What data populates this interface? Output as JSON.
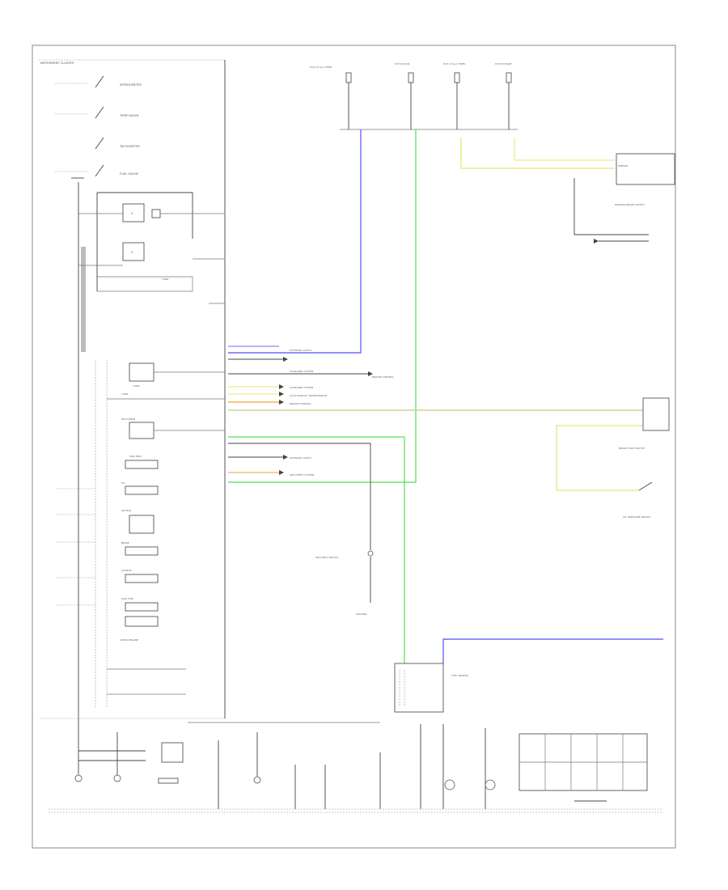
{
  "diagram": {
    "footer_code": "",
    "cluster_title": "INSTRUMENT CLUSTER",
    "colors": {
      "frame": "#8a8a8a",
      "wire": "#444444",
      "blue_wire": "#6b6bff",
      "green_wire": "#55dd55",
      "yellow_wire": "#e6e676",
      "orange_wire": "#f0a040",
      "olive_wire": "#c8c888"
    },
    "gauges": [
      {
        "label": "SPEEDOMETER"
      },
      {
        "label": "TEMP GAUGE"
      },
      {
        "label": "TACHOMETER"
      },
      {
        "label": "FUEL GAUGE"
      }
    ],
    "indicators": [
      {
        "label": "TURN"
      },
      {
        "label": "TURN"
      },
      {
        "label": "HIGH BEAM"
      },
      {
        "label": "SEAT BELT"
      },
      {
        "label": "OIL"
      },
      {
        "label": "AIR BAG"
      },
      {
        "label": "BRAKE"
      },
      {
        "label": "CHARGE"
      },
      {
        "label": "LOW FUEL"
      },
      {
        "label": "CHECK ENGINE"
      }
    ],
    "fuses": [
      {
        "label": "HOT AT ALL TIMES"
      },
      {
        "label": "HOT IN RUN"
      },
      {
        "label": "HOT AT ALL TIMES"
      },
      {
        "label": "HOT IN START"
      }
    ],
    "signals": [
      {
        "label": "EXTERIOR LIGHTS"
      },
      {
        "label": "CHARGING SYSTEM"
      },
      {
        "label": "CHARGING SYSTEM"
      },
      {
        "label": "AUTO MANUAL TRANSMISSION"
      },
      {
        "label": "ENGINE CONTROL"
      },
      {
        "label": "ENGINE CONTROL"
      },
      {
        "label": "EXTERIOR LIGHTS"
      },
      {
        "label": "ANTI-THEFT SYSTEM"
      }
    ],
    "components": [
      {
        "label": "SEAT BELT SWITCH"
      },
      {
        "label": "PARKING BRAKE SWITCH"
      },
      {
        "label": "FUEL SENDER"
      },
      {
        "label": "OIL PRESSURE SWITCH"
      },
      {
        "label": "BRAKE FLUID SWITCH"
      },
      {
        "label": "GROUND"
      }
    ]
  }
}
